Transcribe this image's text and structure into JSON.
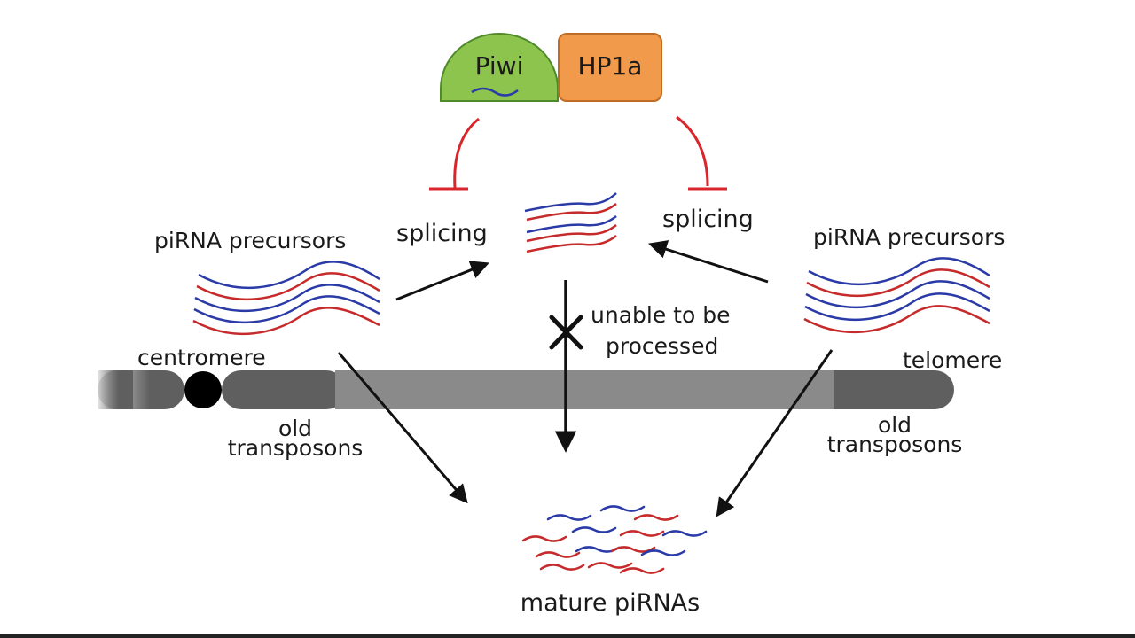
{
  "proteins": {
    "piwi": "Piwi",
    "hp1a": "HP1a"
  },
  "labels": {
    "splicing_left": "splicing",
    "splicing_right": "splicing",
    "precursors_left": "piRNA precursors",
    "precursors_right": "piRNA precursors",
    "centromere": "centromere",
    "telomere": "telomere",
    "old_left_1": "old",
    "old_left_2": "transposons",
    "old_right_1": "old",
    "old_right_2": "transposons",
    "unable_1": "unable to be",
    "unable_2": "processed",
    "mature": "mature piRNAs"
  },
  "colors": {
    "piwi_fill": "#8dc44e",
    "piwi_stroke": "#4f8a2a",
    "hp1a_fill": "#f29a4b",
    "hp1a_stroke": "#c26a1f",
    "inhibit": "#d9252c",
    "rna_blue": "#2a3aa6",
    "rna_red": "#c62a2a",
    "chromosome_dark": "#5f5f5f",
    "chromosome_light": "#8a8a8a",
    "arrow": "#111111",
    "bottom_rule": "#222222"
  }
}
